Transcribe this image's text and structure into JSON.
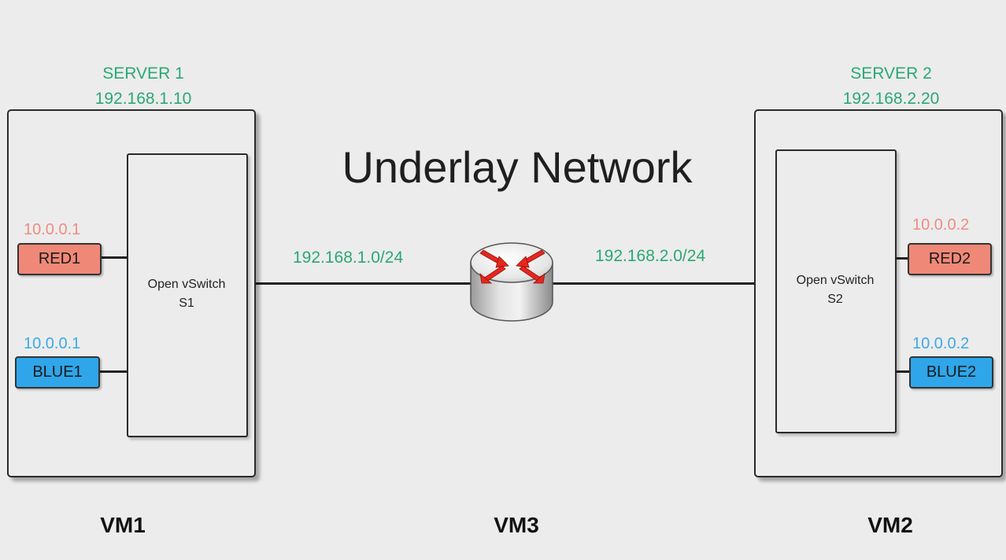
{
  "title": "Underlay Network",
  "server1": {
    "name": "SERVER 1",
    "ip": "192.168.1.10",
    "vm_name": "VM1",
    "switch": {
      "line1": "Open vSwitch",
      "line2": "S1"
    },
    "red": {
      "label": "RED1",
      "ip": "10.0.0.1"
    },
    "blue": {
      "label": "BLUE1",
      "ip": "10.0.0.1"
    }
  },
  "server2": {
    "name": "SERVER 2",
    "ip": "192.168.2.20",
    "vm_name": "VM2",
    "switch": {
      "line1": "Open vSwitch",
      "line2": "S2"
    },
    "red": {
      "label": "RED2",
      "ip": "10.0.0.2"
    },
    "blue": {
      "label": "BLUE2",
      "ip": "10.0.0.2"
    }
  },
  "router": {
    "vm_name": "VM3",
    "icon": "router-icon",
    "left_subnet": "192.168.1.0/24",
    "right_subnet": "192.168.2.0/24"
  },
  "colors": {
    "green_text": "#2aa876",
    "red_fill": "#f08878",
    "blue_fill": "#2fa6ea",
    "red_ip": "#f08c80",
    "blue_ip": "#3aaae8",
    "arrow_red": "#e8261c"
  }
}
